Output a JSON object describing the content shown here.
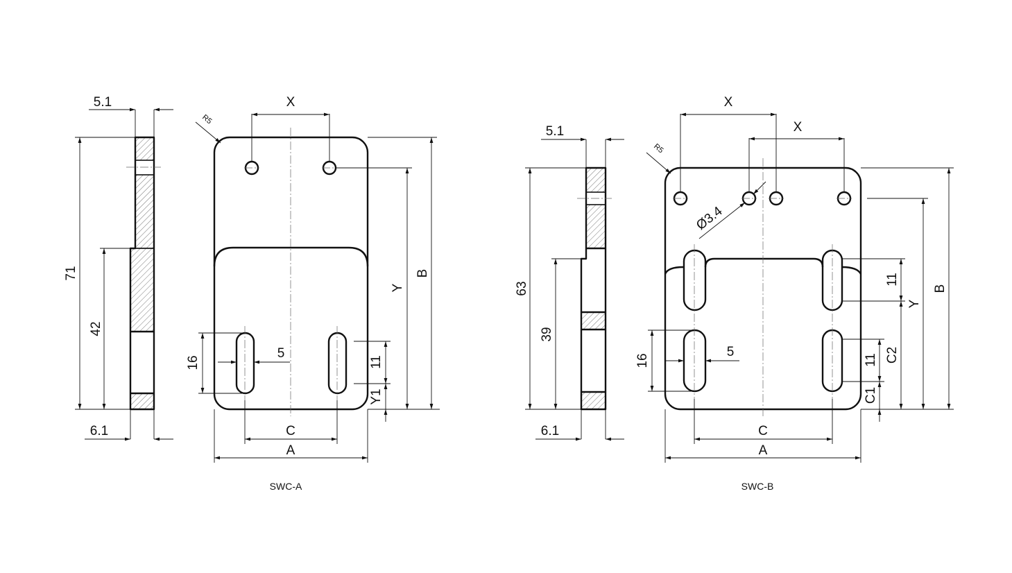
{
  "views": {
    "a": {
      "caption": "SWC-A",
      "dims": {
        "side_top": "5.1",
        "side_bottom": "6.1",
        "height": "71",
        "step": "42",
        "x": "X",
        "radius": "R5",
        "y": "Y",
        "b": "B",
        "slot_len": "16",
        "slot_w": "5",
        "slot_gap": "11",
        "y1": "Y1",
        "c": "C",
        "a": "A"
      }
    },
    "b": {
      "caption": "SWC-B",
      "dims": {
        "side_top": "5.1",
        "side_bottom": "6.1",
        "height": "63",
        "step": "39",
        "x1": "X",
        "x2": "X",
        "radius": "R5",
        "hole": "Ø3.4",
        "upper_gap": "11",
        "y": "Y",
        "b": "B",
        "slot_len": "16",
        "slot_w": "5",
        "lower_gap": "11",
        "c2": "C2",
        "c1": "C1",
        "c": "C",
        "a": "A"
      }
    }
  }
}
